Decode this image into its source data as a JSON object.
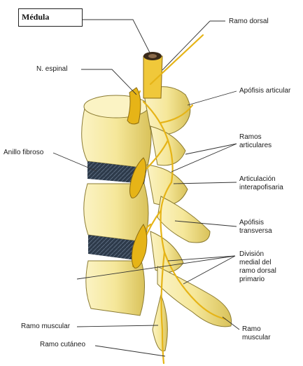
{
  "title": "Médula",
  "labels": {
    "ramo_dorsal": "Ramo dorsal",
    "n_espinal": "N. espinal",
    "apofisis_articular": "Apófisis articular",
    "ramos_articulares": "Ramos\narticulares",
    "anillo_fibroso": "Anillo fibroso",
    "articulacion": "Articulación\ninterapofisaria",
    "apofisis_transversa": "Apófisis\ntransversa",
    "division_medial": "División\nmedial del\nramo dorsal\nprimario",
    "ramo_muscular_left": "Ramo muscular",
    "ramo_cutaneo": "Ramo cutáneo",
    "ramo_muscular_right": "Ramo\nmuscular"
  },
  "colors": {
    "bone": "#f5e79a",
    "bone_shadow": "#d9c25a",
    "nerve": "#e6b417",
    "disc": "#2d3a4a",
    "line": "#333333"
  }
}
